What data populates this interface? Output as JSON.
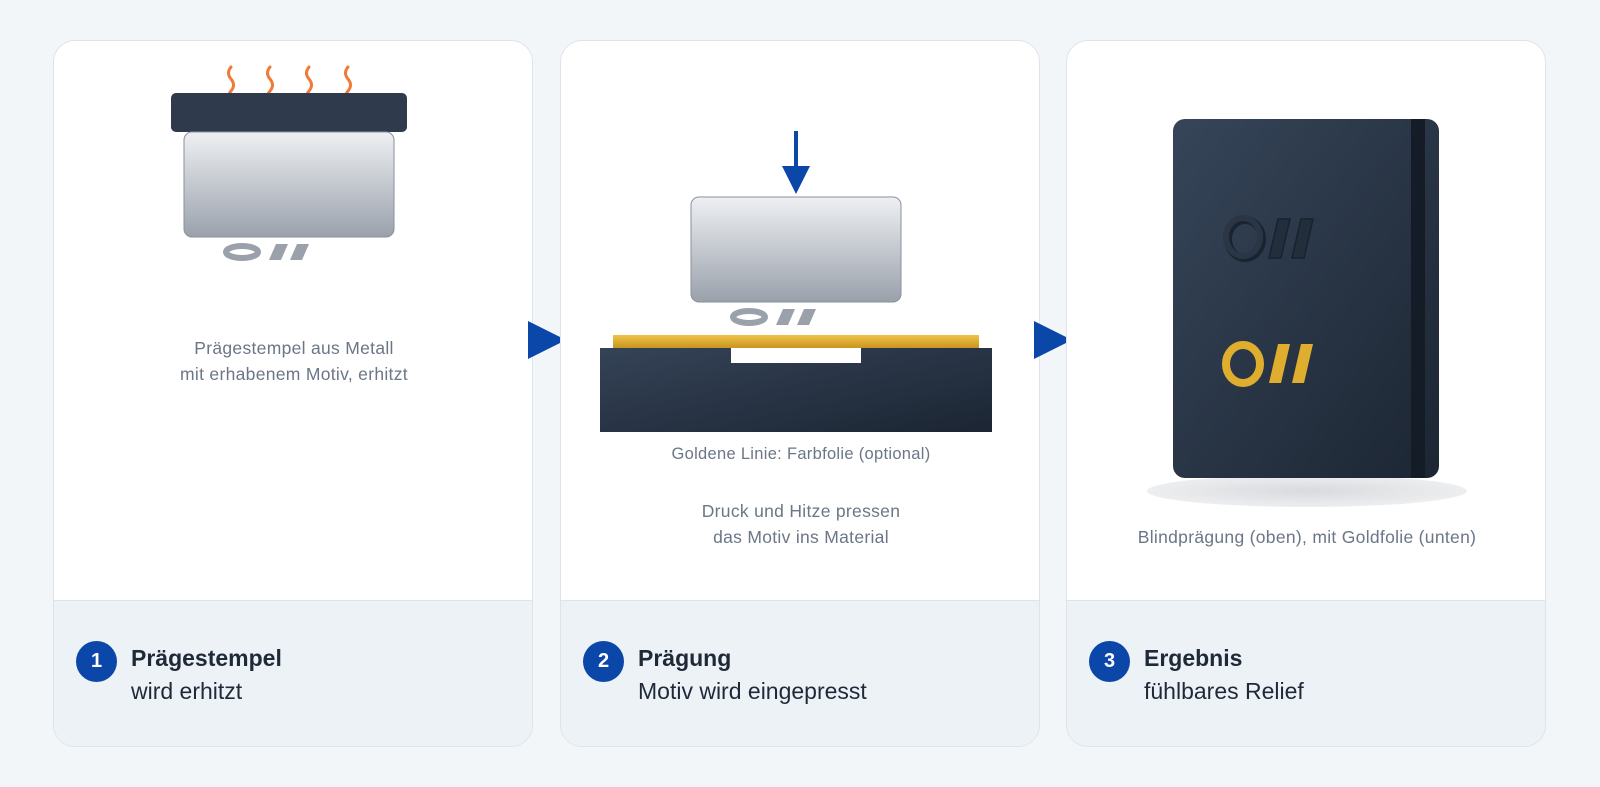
{
  "colors": {
    "accent": "#0a47a8",
    "dark_material": "#1e2937",
    "gold_foil": "#e0ae2e",
    "heat": "#f07a3a",
    "footer_bg": "#edf2f7"
  },
  "steps": [
    {
      "number": "1",
      "title": "Prägestempel",
      "subtitle": "wird erhitzt",
      "caption_lines": [
        "Prägestempel aus Metall",
        "mit erhabenem Motiv, erhitzt"
      ]
    },
    {
      "number": "2",
      "title": "Prägung",
      "subtitle": "Motiv wird eingepresst",
      "foil_note": "Goldene Linie: Farbfolie (optional)",
      "caption_lines": [
        "Druck und Hitze pressen",
        "das Motiv ins Material"
      ]
    },
    {
      "number": "3",
      "title": "Ergebnis",
      "subtitle": "fühlbares Relief",
      "caption_lines": [
        "Blindprägung (oben), mit Goldfolie (unten)"
      ]
    }
  ],
  "icons": {
    "flow_arrow": "triangle-right-icon",
    "press_arrow": "arrow-down-icon",
    "heat": "heat-waves-icon",
    "logo_motif": "logo-motif-icon"
  }
}
